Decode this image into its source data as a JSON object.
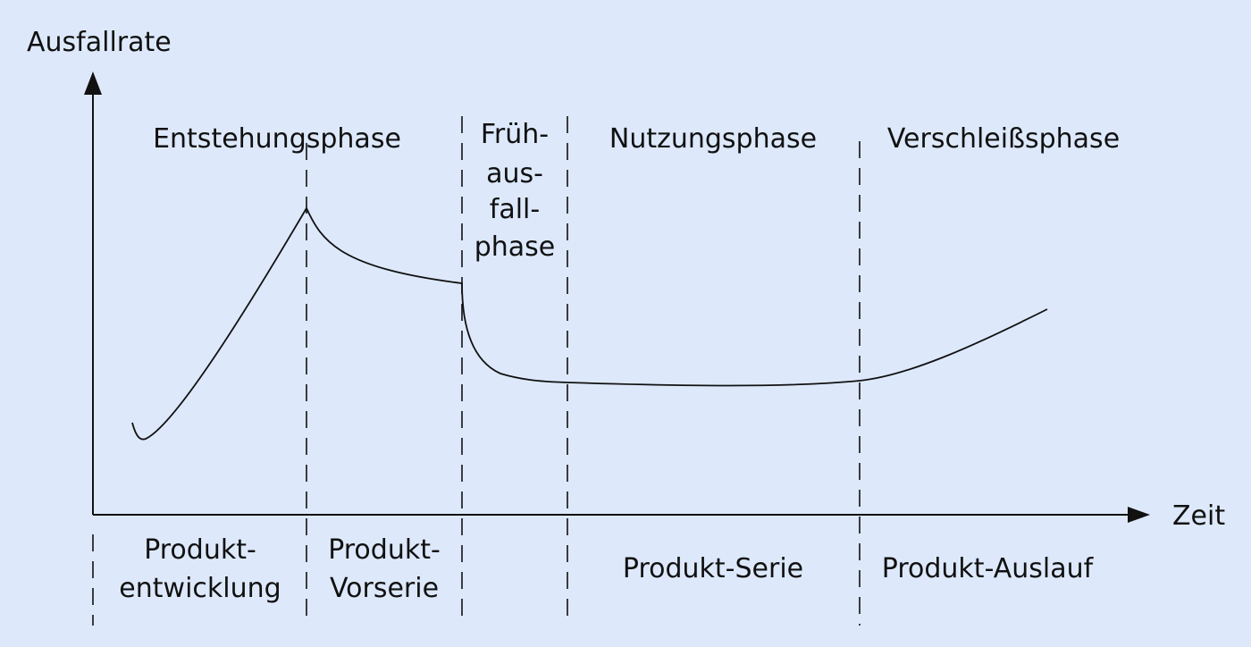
{
  "axes": {
    "y_label": "Ausfallrate",
    "x_label": "Zeit"
  },
  "phases": {
    "entstehung": "Entstehungsphase",
    "fruehausfall": [
      "Früh-",
      "aus-",
      "fall-",
      "phase"
    ],
    "nutzung": "Nutzungsphase",
    "verschleiss": "Verschleißsphase"
  },
  "stages": {
    "entwicklung": [
      "Produkt-",
      "entwicklung"
    ],
    "vorserie": [
      "Produkt-",
      "Vorserie"
    ],
    "serie": "Produkt-Serie",
    "auslauf": "Produkt-Auslauf"
  },
  "colors": {
    "background": "#dde9fb",
    "ink": "#111111"
  }
}
